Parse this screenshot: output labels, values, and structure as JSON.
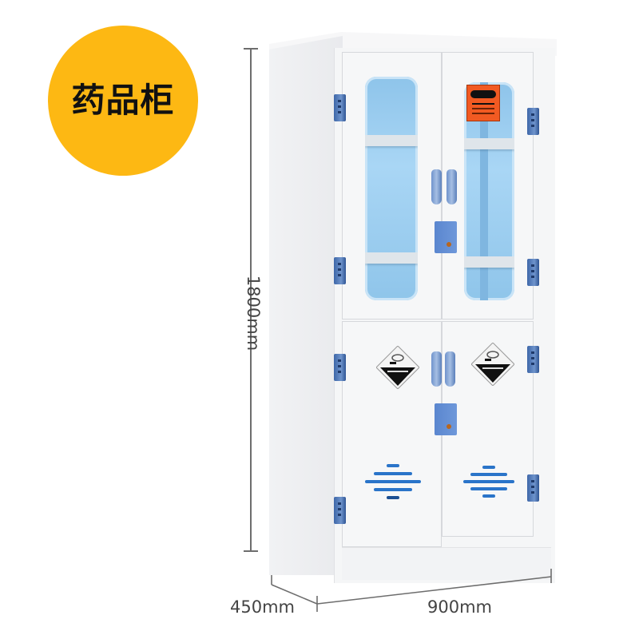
{
  "badge": {
    "label": "药品柜",
    "color": "#fdb813"
  },
  "dimensions": {
    "height": "1800mm",
    "depth": "450mm",
    "width": "900mm",
    "line_color": "#6d6d6d"
  },
  "cabinet": {
    "body_color": "#f5f6f7",
    "glass_color": "#a9d6f5",
    "hardware_color": "#5a86cf",
    "upper_doors": [
      {
        "side": "left",
        "type": "glass-door",
        "shelves": 2
      },
      {
        "side": "right",
        "type": "glass-door",
        "shelves": 2,
        "warning_label": "orange-hazard-label"
      }
    ],
    "lower_doors": [
      {
        "side": "left",
        "type": "solid-door",
        "symbol": "corrosive-hazard-icon",
        "vent": "vent-slots"
      },
      {
        "side": "right",
        "type": "solid-door",
        "symbol": "corrosive-hazard-icon",
        "vent": "vent-slots"
      }
    ]
  }
}
